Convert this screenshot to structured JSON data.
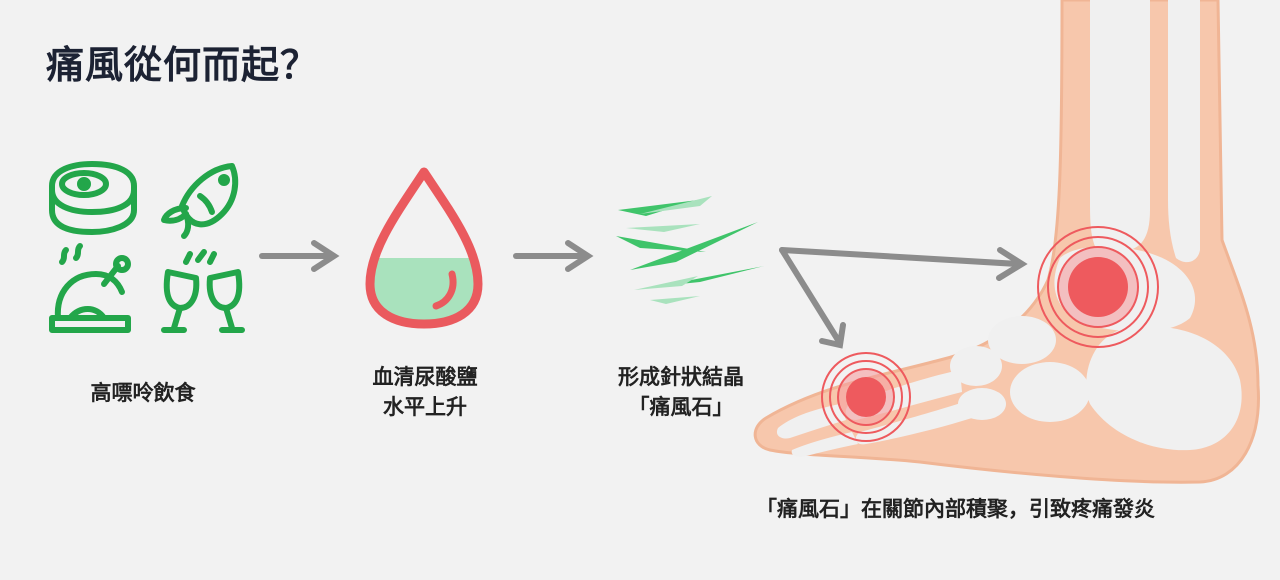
{
  "title": "痛風從何而起？",
  "steps": [
    {
      "lines": [
        "高嘌呤飲食"
      ]
    },
    {
      "lines": [
        "血清尿酸鹽",
        "水平上升"
      ]
    },
    {
      "lines": [
        "形成針狀結晶",
        "「痛風石」"
      ]
    }
  ],
  "result_caption": "「痛風石」在關節內部積聚，引致疼痛發炎",
  "icons": [
    "steak-icon",
    "fish-icon",
    "roast-chicken-icon",
    "wine-glasses-icon",
    "blood-drop-icon",
    "crystal-needles-icon",
    "foot-joint-illustration"
  ],
  "colors": {
    "food_green": "#23a64a",
    "drop_red": "#ea5a5e",
    "drop_fill": "#a9e2bd",
    "crystal_green": "#3fc46a",
    "arrow_gray": "#8c8c8c",
    "skin": "#f7c7ac",
    "bone": "#f0f0f0",
    "inflammation": "#ee5a5e"
  }
}
